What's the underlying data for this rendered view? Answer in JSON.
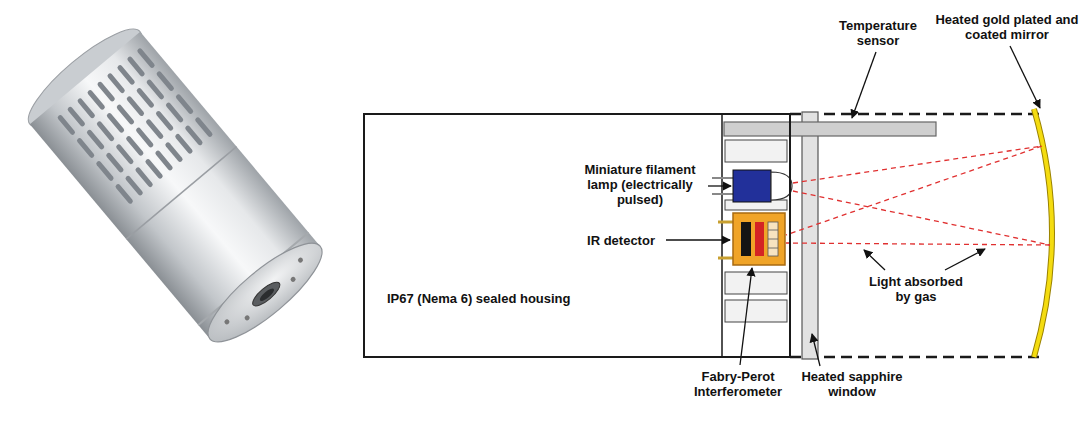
{
  "diagram": {
    "nodes": [
      {
        "text": [
          "IP67 (Nema 6) sealed housing"
        ]
      }
    ],
    "labels": [
      "Temperature sensor",
      "Heated gold plated and coated mirror",
      "Miniature filament lamp (electrically pulsed)",
      "Light absorbed by gas",
      "IR detector",
      "Fabry-Perot Interferometer",
      "Heated sapphire window"
    ]
  }
}
